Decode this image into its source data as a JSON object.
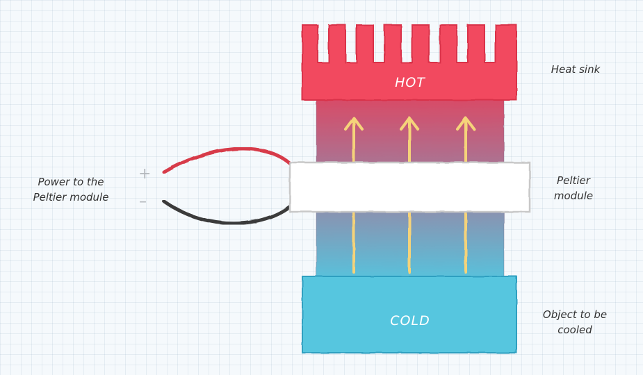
{
  "colors": {
    "hot": "#f2485f",
    "cold": "#56c6df",
    "column_top": "#d94a66",
    "column_bottom": "#58c2dc",
    "arrow": "#f5d37a",
    "wire_positive": "#d73a4a",
    "wire_negative": "#3b3b3b",
    "module": "#ffffff"
  },
  "blocks": {
    "hot_label": "HOT",
    "cold_label": "COLD"
  },
  "labels": {
    "heat_sink": "Heat sink",
    "peltier_module": [
      "Peltier",
      "module"
    ],
    "object_to_be_cooled": [
      "Object to be",
      "cooled"
    ],
    "power": [
      "Power to the",
      "Peltier module"
    ]
  },
  "terminals": {
    "positive": "+",
    "negative": "–"
  }
}
